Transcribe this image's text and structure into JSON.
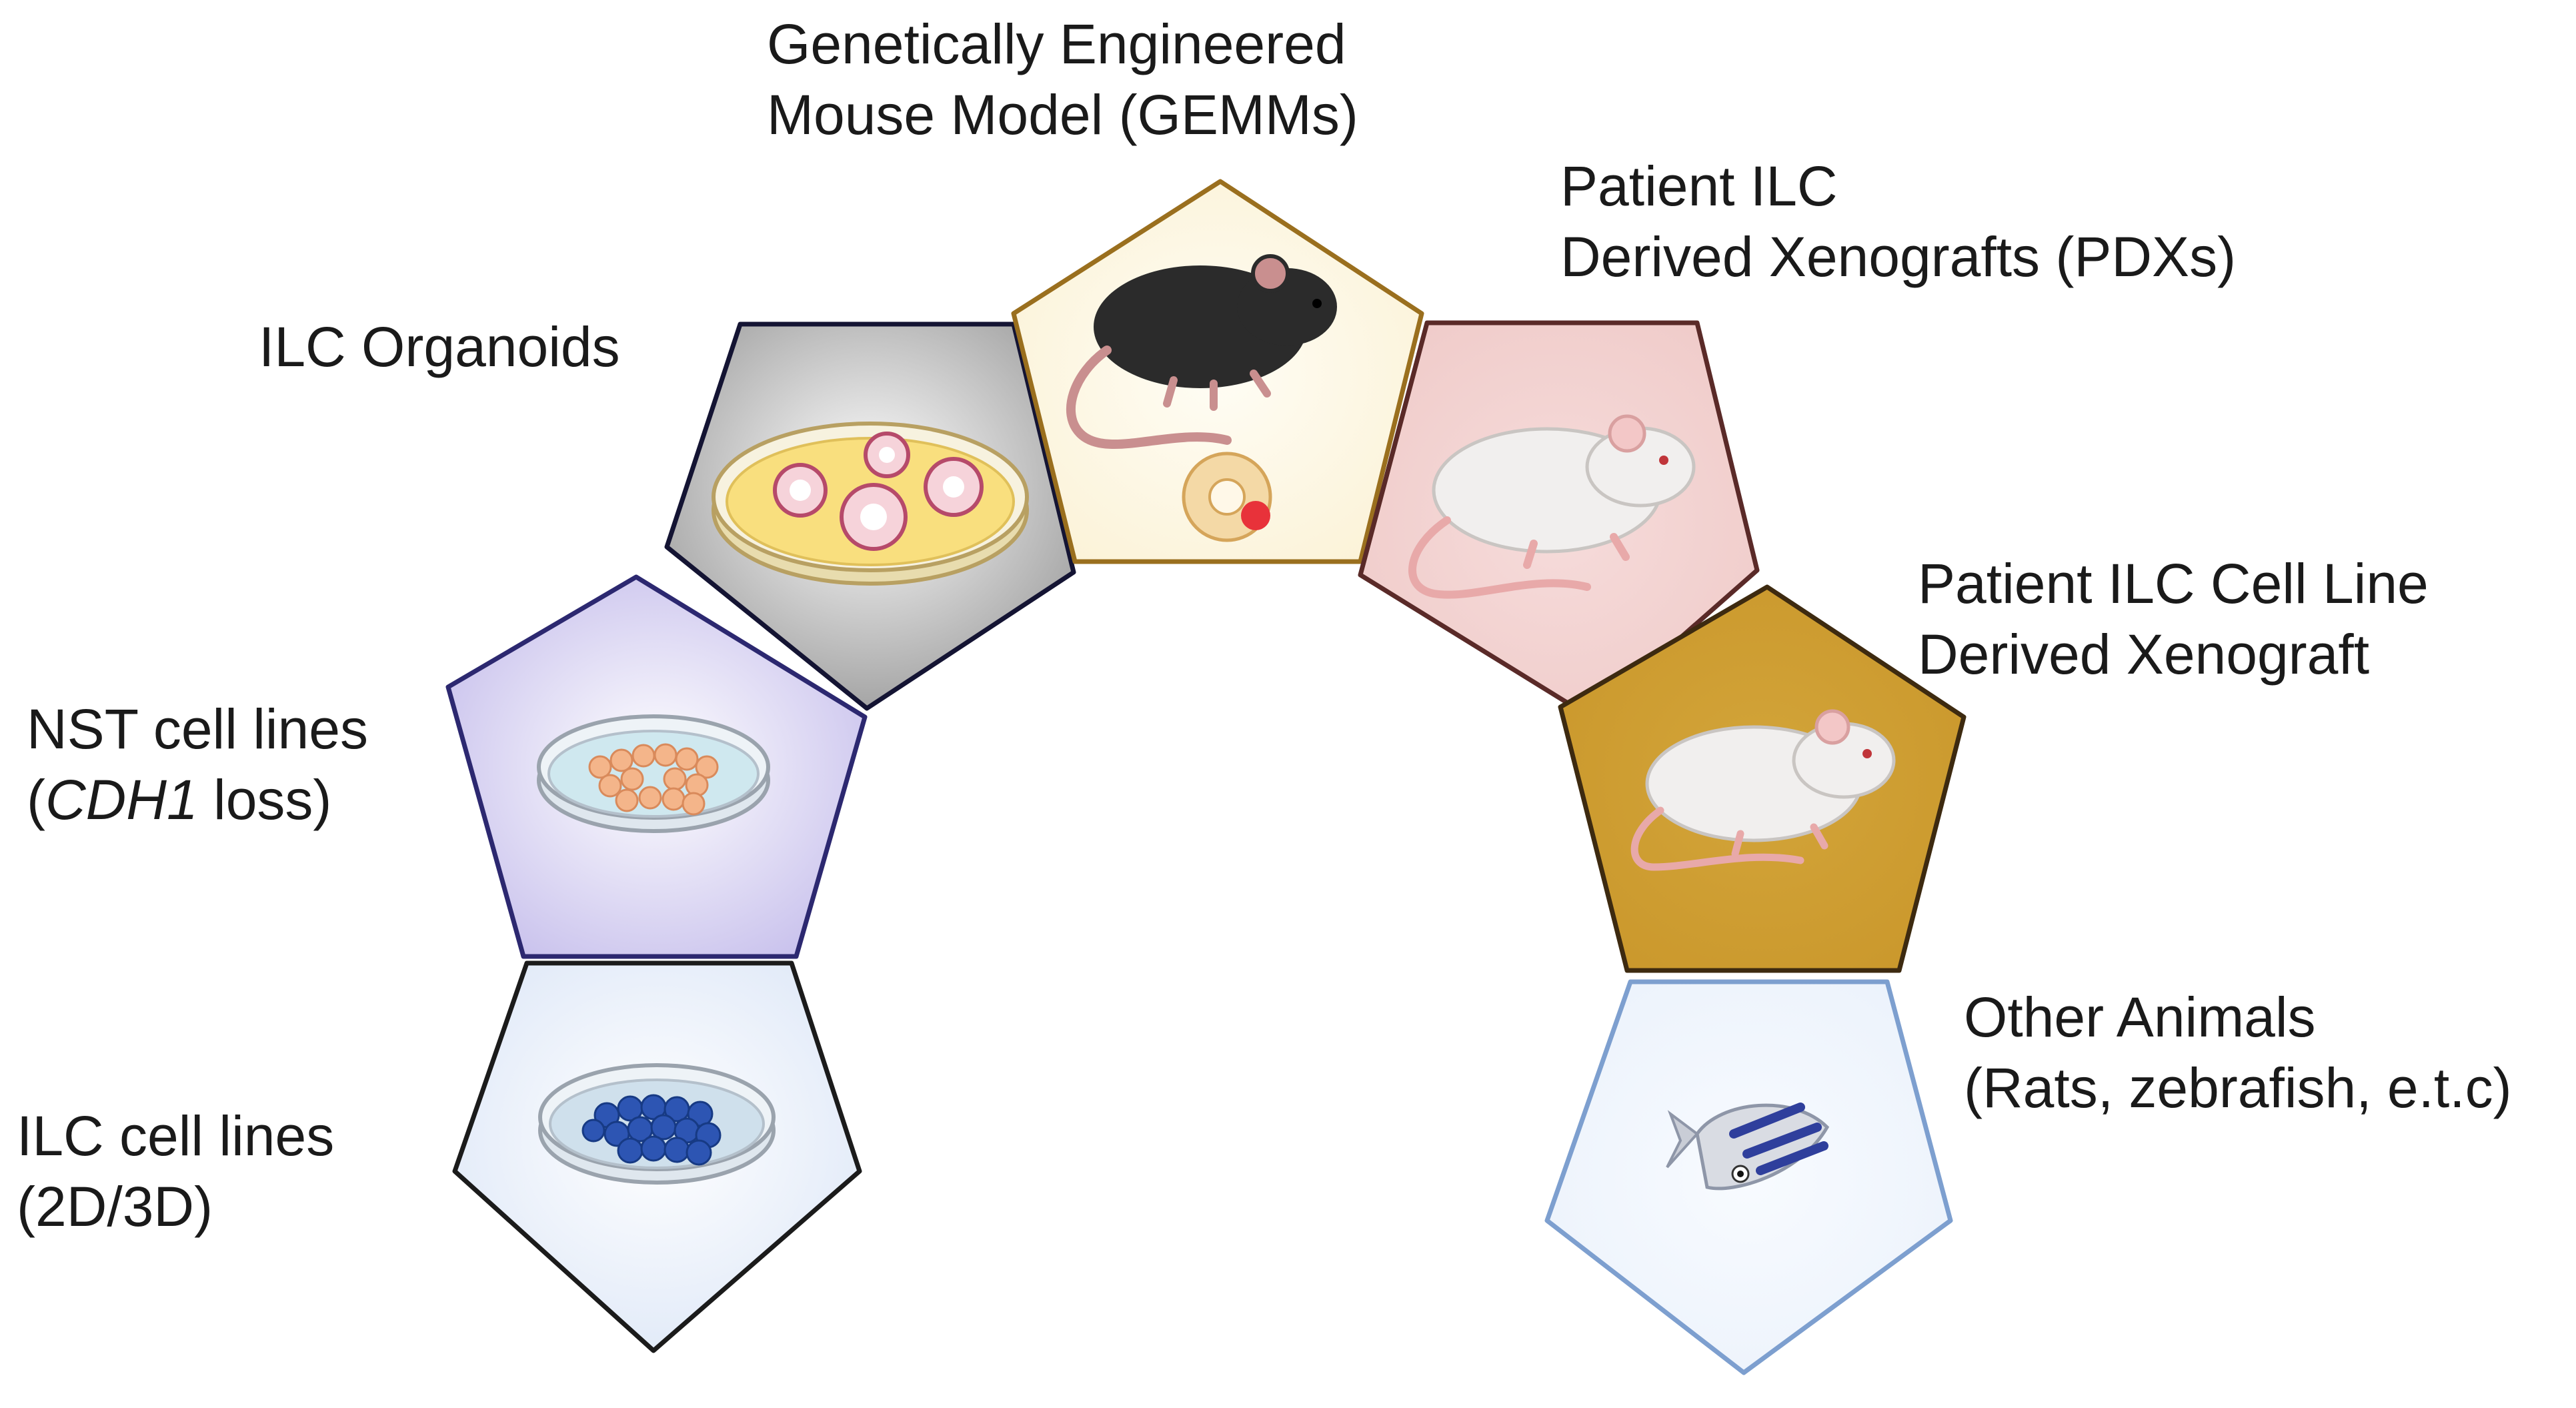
{
  "models": [
    {
      "id": "ilc-cell-lines",
      "label_lines": [
        "ILC cell lines",
        "(2D/3D)"
      ],
      "fill": "#dde7f7",
      "stroke": "#1b1b1b",
      "icon": "petri-dish-blue-cells-icon"
    },
    {
      "id": "nst-cell-lines",
      "label_pre": "NST cell lines",
      "label_paren_open": "(",
      "label_italic": "CDH1",
      "label_post": " loss)",
      "fill": "#c4bceb",
      "stroke": "#2c2870",
      "icon": "petri-dish-orange-cells-icon"
    },
    {
      "id": "ilc-organoids",
      "label_lines": [
        "ILC Organoids"
      ],
      "fill": "#9a9a9a",
      "stroke": "#141433",
      "icon": "petri-dish-organoids-icon"
    },
    {
      "id": "gemms",
      "label_lines": [
        "Genetically Engineered",
        "Mouse Model (GEMMs)"
      ],
      "fill": "#fbf2d6",
      "stroke": "#9a6f1e",
      "icon": "black-mouse-icon"
    },
    {
      "id": "pdx",
      "label_lines": [
        "Patient ILC",
        "Derived Xenografts (PDXs)"
      ],
      "fill": "#efc9c7",
      "stroke": "#5a2a28",
      "icon": "white-mouse-icon"
    },
    {
      "id": "cdx",
      "label_lines": [
        "Patient ILC Cell Line",
        "Derived Xenograft"
      ],
      "fill": "#c9962a",
      "stroke": "#3d2a10",
      "icon": "white-mouse-icon"
    },
    {
      "id": "other-animals",
      "label_lines": [
        "Other Animals",
        "(Rats, zebrafish, e.t.c)"
      ],
      "fill": "#eaf1fb",
      "stroke": "#7d9fcf",
      "icon": "zebrafish-icon"
    }
  ]
}
